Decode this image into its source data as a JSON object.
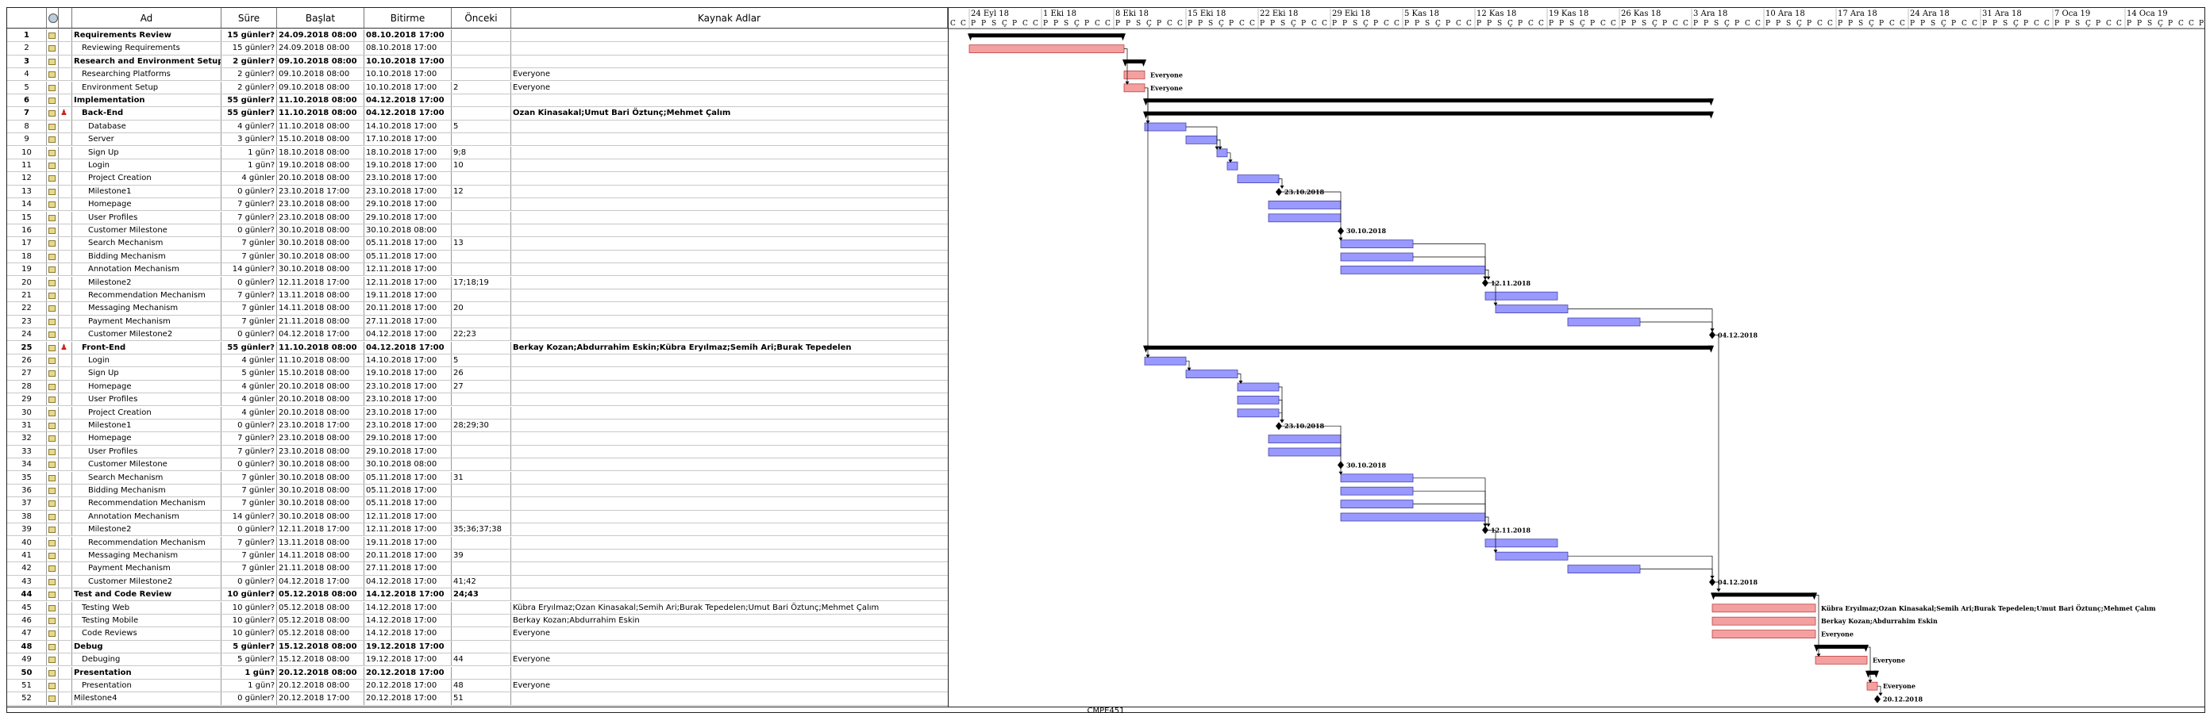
{
  "headers": {
    "ad": "Ad",
    "sure": "Süre",
    "baslat": "Başlat",
    "bitirme": "Bitirme",
    "onceki": "Önceki",
    "kaynak": "Kaynak Adlar"
  },
  "footer": "CMPE451",
  "rows": [
    {
      "id": "1",
      "ad": "Requirements Review",
      "sure": "15 günler?",
      "bas": "24.09.2018 08:00",
      "bit": "08.10.2018 17:00",
      "onc": "",
      "kay": "",
      "lvl": 1,
      "sum": true
    },
    {
      "id": "2",
      "ad": "Reviewing Requirements",
      "sure": "15 günler?",
      "bas": "24.09.2018 08:00",
      "bit": "08.10.2018 17:00",
      "onc": "",
      "kay": "",
      "lvl": 2
    },
    {
      "id": "3",
      "ad": "Research and Environment Setup",
      "sure": "2 günler?",
      "bas": "09.10.2018 08:00",
      "bit": "10.10.2018 17:00",
      "onc": "",
      "kay": "",
      "lvl": 1,
      "sum": true
    },
    {
      "id": "4",
      "ad": "Researching Platforms",
      "sure": "2 günler?",
      "bas": "09.10.2018 08:00",
      "bit": "10.10.2018 17:00",
      "onc": "",
      "kay": "Everyone",
      "lvl": 2
    },
    {
      "id": "5",
      "ad": "Environment Setup",
      "sure": "2 günler?",
      "bas": "09.10.2018 08:00",
      "bit": "10.10.2018 17:00",
      "onc": "2",
      "kay": "Everyone",
      "lvl": 2
    },
    {
      "id": "6",
      "ad": "Implementation",
      "sure": "55 günler?",
      "bas": "11.10.2018 08:00",
      "bit": "04.12.2018 17:00",
      "onc": "",
      "kay": "",
      "lvl": 1,
      "sum": true
    },
    {
      "id": "7",
      "ad": "Back-End",
      "sure": "55 günler?",
      "bas": "11.10.2018 08:00",
      "bit": "04.12.2018 17:00",
      "onc": "",
      "kay": "Ozan Kinasakal;Umut Bari Öztunç;Mehmet Çalım",
      "lvl": 2,
      "sum": true,
      "person": true
    },
    {
      "id": "8",
      "ad": "Database",
      "sure": "4 günler?",
      "bas": "11.10.2018 08:00",
      "bit": "14.10.2018 17:00",
      "onc": "5",
      "kay": "",
      "lvl": 3
    },
    {
      "id": "9",
      "ad": "Server",
      "sure": "3 günler?",
      "bas": "15.10.2018 08:00",
      "bit": "17.10.2018 17:00",
      "onc": "",
      "kay": "",
      "lvl": 3
    },
    {
      "id": "10",
      "ad": "Sign Up",
      "sure": "1 gün?",
      "bas": "18.10.2018 08:00",
      "bit": "18.10.2018 17:00",
      "onc": "9;8",
      "kay": "",
      "lvl": 3
    },
    {
      "id": "11",
      "ad": "Login",
      "sure": "1 gün?",
      "bas": "19.10.2018 08:00",
      "bit": "19.10.2018 17:00",
      "onc": "10",
      "kay": "",
      "lvl": 3
    },
    {
      "id": "12",
      "ad": "Project Creation",
      "sure": "4 günler",
      "bas": "20.10.2018 08:00",
      "bit": "23.10.2018 17:00",
      "onc": "",
      "kay": "",
      "lvl": 3
    },
    {
      "id": "13",
      "ad": "Milestone1",
      "sure": "0 günler?",
      "bas": "23.10.2018 17:00",
      "bit": "23.10.2018 17:00",
      "onc": "12",
      "kay": "",
      "lvl": 3
    },
    {
      "id": "14",
      "ad": "Homepage",
      "sure": "7 günler?",
      "bas": "23.10.2018 08:00",
      "bit": "29.10.2018 17:00",
      "onc": "",
      "kay": "",
      "lvl": 3
    },
    {
      "id": "15",
      "ad": "User Profiles",
      "sure": "7 günler?",
      "bas": "23.10.2018 08:00",
      "bit": "29.10.2018 17:00",
      "onc": "",
      "kay": "",
      "lvl": 3
    },
    {
      "id": "16",
      "ad": "Customer Milestone",
      "sure": "0 günler?",
      "bas": "30.10.2018 08:00",
      "bit": "30.10.2018 08:00",
      "onc": "",
      "kay": "",
      "lvl": 3
    },
    {
      "id": "17",
      "ad": "Search Mechanism",
      "sure": "7 günler",
      "bas": "30.10.2018 08:00",
      "bit": "05.11.2018 17:00",
      "onc": "13",
      "kay": "",
      "lvl": 3
    },
    {
      "id": "18",
      "ad": "Bidding Mechanism",
      "sure": "7 günler",
      "bas": "30.10.2018 08:00",
      "bit": "05.11.2018 17:00",
      "onc": "",
      "kay": "",
      "lvl": 3
    },
    {
      "id": "19",
      "ad": "Annotation Mechanism",
      "sure": "14 günler?",
      "bas": "30.10.2018 08:00",
      "bit": "12.11.2018 17:00",
      "onc": "",
      "kay": "",
      "lvl": 3
    },
    {
      "id": "20",
      "ad": "Milestone2",
      "sure": "0 günler?",
      "bas": "12.11.2018 17:00",
      "bit": "12.11.2018 17:00",
      "onc": "17;18;19",
      "kay": "",
      "lvl": 3
    },
    {
      "id": "21",
      "ad": "Recommendation Mechanism",
      "sure": "7 günler?",
      "bas": "13.11.2018 08:00",
      "bit": "19.11.2018 17:00",
      "onc": "",
      "kay": "",
      "lvl": 3
    },
    {
      "id": "22",
      "ad": "Messaging Mechanism",
      "sure": "7 günler",
      "bas": "14.11.2018 08:00",
      "bit": "20.11.2018 17:00",
      "onc": "20",
      "kay": "",
      "lvl": 3
    },
    {
      "id": "23",
      "ad": "Payment Mechanism",
      "sure": "7 günler",
      "bas": "21.11.2018 08:00",
      "bit": "27.11.2018 17:00",
      "onc": "",
      "kay": "",
      "lvl": 3
    },
    {
      "id": "24",
      "ad": "Customer Milestone2",
      "sure": "0 günler?",
      "bas": "04.12.2018 17:00",
      "bit": "04.12.2018 17:00",
      "onc": "22;23",
      "kay": "",
      "lvl": 3
    },
    {
      "id": "25",
      "ad": "Front-End",
      "sure": "55 günler?",
      "bas": "11.10.2018 08:00",
      "bit": "04.12.2018 17:00",
      "onc": "",
      "kay": "Berkay Kozan;Abdurrahim Eskin;Kübra Eryılmaz;Semih Ari;Burak Tepedelen",
      "lvl": 2,
      "sum": true,
      "person": true
    },
    {
      "id": "26",
      "ad": "Login",
      "sure": "4 günler",
      "bas": "11.10.2018 08:00",
      "bit": "14.10.2018 17:00",
      "onc": "5",
      "kay": "",
      "lvl": 3
    },
    {
      "id": "27",
      "ad": "Sign Up",
      "sure": "5 günler",
      "bas": "15.10.2018 08:00",
      "bit": "19.10.2018 17:00",
      "onc": "26",
      "kay": "",
      "lvl": 3
    },
    {
      "id": "28",
      "ad": "Homepage",
      "sure": "4 günler",
      "bas": "20.10.2018 08:00",
      "bit": "23.10.2018 17:00",
      "onc": "27",
      "kay": "",
      "lvl": 3
    },
    {
      "id": "29",
      "ad": "User Profiles",
      "sure": "4 günler",
      "bas": "20.10.2018 08:00",
      "bit": "23.10.2018 17:00",
      "onc": "",
      "kay": "",
      "lvl": 3
    },
    {
      "id": "30",
      "ad": "Project Creation",
      "sure": "4 günler",
      "bas": "20.10.2018 08:00",
      "bit": "23.10.2018 17:00",
      "onc": "",
      "kay": "",
      "lvl": 3
    },
    {
      "id": "31",
      "ad": "Milestone1",
      "sure": "0 günler?",
      "bas": "23.10.2018 17:00",
      "bit": "23.10.2018 17:00",
      "onc": "28;29;30",
      "kay": "",
      "lvl": 3
    },
    {
      "id": "32",
      "ad": "Homepage",
      "sure": "7 günler?",
      "bas": "23.10.2018 08:00",
      "bit": "29.10.2018 17:00",
      "onc": "",
      "kay": "",
      "lvl": 3
    },
    {
      "id": "33",
      "ad": "User Profiles",
      "sure": "7 günler?",
      "bas": "23.10.2018 08:00",
      "bit": "29.10.2018 17:00",
      "onc": "",
      "kay": "",
      "lvl": 3
    },
    {
      "id": "34",
      "ad": "Customer Milestone",
      "sure": "0 günler?",
      "bas": "30.10.2018 08:00",
      "bit": "30.10.2018 08:00",
      "onc": "",
      "kay": "",
      "lvl": 3
    },
    {
      "id": "35",
      "ad": "Search Mechanism",
      "sure": "7 günler",
      "bas": "30.10.2018 08:00",
      "bit": "05.11.2018 17:00",
      "onc": "31",
      "kay": "",
      "lvl": 3
    },
    {
      "id": "36",
      "ad": "Bidding Mechanism",
      "sure": "7 günler",
      "bas": "30.10.2018 08:00",
      "bit": "05.11.2018 17:00",
      "onc": "",
      "kay": "",
      "lvl": 3
    },
    {
      "id": "37",
      "ad": "Recommendation Mechanism",
      "sure": "7 günler",
      "bas": "30.10.2018 08:00",
      "bit": "05.11.2018 17:00",
      "onc": "",
      "kay": "",
      "lvl": 3
    },
    {
      "id": "38",
      "ad": "Annotation Mechanism",
      "sure": "14 günler?",
      "bas": "30.10.2018 08:00",
      "bit": "12.11.2018 17:00",
      "onc": "",
      "kay": "",
      "lvl": 3
    },
    {
      "id": "39",
      "ad": "Milestone2",
      "sure": "0 günler?",
      "bas": "12.11.2018 17:00",
      "bit": "12.11.2018 17:00",
      "onc": "35;36;37;38",
      "kay": "",
      "lvl": 3
    },
    {
      "id": "40",
      "ad": "Recommendation Mechanism",
      "sure": "7 günler?",
      "bas": "13.11.2018 08:00",
      "bit": "19.11.2018 17:00",
      "onc": "",
      "kay": "",
      "lvl": 3
    },
    {
      "id": "41",
      "ad": "Messaging Mechanism",
      "sure": "7 günler",
      "bas": "14.11.2018 08:00",
      "bit": "20.11.2018 17:00",
      "onc": "39",
      "kay": "",
      "lvl": 3
    },
    {
      "id": "42",
      "ad": "Payment Mechanism",
      "sure": "7 günler",
      "bas": "21.11.2018 08:00",
      "bit": "27.11.2018 17:00",
      "onc": "",
      "kay": "",
      "lvl": 3
    },
    {
      "id": "43",
      "ad": "Customer Milestone2",
      "sure": "0 günler?",
      "bas": "04.12.2018 17:00",
      "bit": "04.12.2018 17:00",
      "onc": "41;42",
      "kay": "",
      "lvl": 3
    },
    {
      "id": "44",
      "ad": "Test and Code Review",
      "sure": "10 günler?",
      "bas": "05.12.2018 08:00",
      "bit": "14.12.2018 17:00",
      "onc": "24;43",
      "kay": "",
      "lvl": 1,
      "sum": true
    },
    {
      "id": "45",
      "ad": "Testing Web",
      "sure": "10 günler?",
      "bas": "05.12.2018 08:00",
      "bit": "14.12.2018 17:00",
      "onc": "",
      "kay": "Kübra Eryılmaz;Ozan Kinasakal;Semih Ari;Burak Tepedelen;Umut Bari Öztunç;Mehmet Çalım",
      "lvl": 2
    },
    {
      "id": "46",
      "ad": "Testing Mobile",
      "sure": "10 günler?",
      "bas": "05.12.2018 08:00",
      "bit": "14.12.2018 17:00",
      "onc": "",
      "kay": "Berkay Kozan;Abdurrahim Eskin",
      "lvl": 2
    },
    {
      "id": "47",
      "ad": "Code Reviews",
      "sure": "10 günler?",
      "bas": "05.12.2018 08:00",
      "bit": "14.12.2018 17:00",
      "onc": "",
      "kay": "Everyone",
      "lvl": 2
    },
    {
      "id": "48",
      "ad": "Debug",
      "sure": "5 günler?",
      "bas": "15.12.2018 08:00",
      "bit": "19.12.2018 17:00",
      "onc": "",
      "kay": "",
      "lvl": 1,
      "sum": true
    },
    {
      "id": "49",
      "ad": "Debuging",
      "sure": "5 günler?",
      "bas": "15.12.2018 08:00",
      "bit": "19.12.2018 17:00",
      "onc": "44",
      "kay": "Everyone",
      "lvl": 2
    },
    {
      "id": "50",
      "ad": "Presentation",
      "sure": "1 gün?",
      "bas": "20.12.2018 08:00",
      "bit": "20.12.2018 17:00",
      "onc": "",
      "kay": "",
      "lvl": 1,
      "sum": true
    },
    {
      "id": "51",
      "ad": "Presentation",
      "sure": "1 gün?",
      "bas": "20.12.2018 08:00",
      "bit": "20.12.2018 17:00",
      "onc": "48",
      "kay": "Everyone",
      "lvl": 2
    },
    {
      "id": "52",
      "ad": "Milestone4",
      "sure": "0 günler?",
      "bas": "20.12.2018 17:00",
      "bit": "20.12.2018 17:00",
      "onc": "51",
      "kay": "",
      "lvl": 1
    }
  ],
  "timeline": {
    "weeks": [
      "24 Eyl 18",
      "1 Eki 18",
      "8 Eki 18",
      "15 Eki 18",
      "22 Eki 18",
      "29 Eki 18",
      "5 Kas 18",
      "12 Kas 18",
      "19 Kas 18",
      "26 Kas 18",
      "3 Ara 18",
      "10 Ara 18",
      "17 Ara 18",
      "24 Ara 18",
      "31 Ara 18",
      "7 Oca 19",
      "14 Oca 19"
    ],
    "days": "C C P P S Ç P",
    "start": "2018-09-22"
  },
  "bar_labels": {
    "4": "Everyone",
    "5": "Everyone",
    "13": "23.10.2018",
    "16": "30.10.2018",
    "20": "12.11.2018",
    "24": "04.12.2018",
    "31": "23.10.2018",
    "34": "30.10.2018",
    "39": "12.11.2018",
    "43": "04.12.2018",
    "45": "Kübra Eryılmaz;Ozan Kinasakal;Semih Ari;Burak Tepedelen;Umut Bari Öztunç;Mehmet Çalım",
    "46": "Berkay Kozan;Abdurrahim Eskin",
    "47": "Everyone",
    "49": "Everyone",
    "51": "Everyone",
    "52": "20.12.2018"
  },
  "colors": {
    "task": "#9999ff",
    "task_border": "#4444aa",
    "done_task": "#f4a0a0",
    "done_border": "#b44",
    "summary": "#000000"
  }
}
